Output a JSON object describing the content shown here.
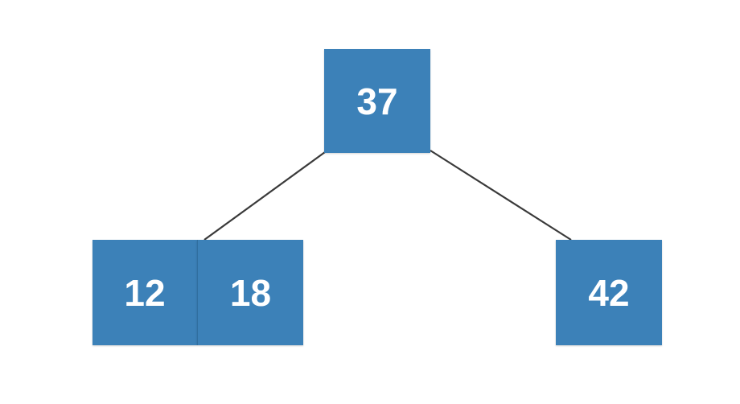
{
  "tree": {
    "root": {
      "keys": [
        "37"
      ]
    },
    "left_child": {
      "keys": [
        "12",
        "18"
      ]
    },
    "right_child": {
      "keys": [
        "42"
      ]
    }
  },
  "colors": {
    "node_fill": "#3c81b8",
    "node_text": "#ffffff",
    "edge": "#3a3a3a",
    "background": "#ffffff"
  }
}
